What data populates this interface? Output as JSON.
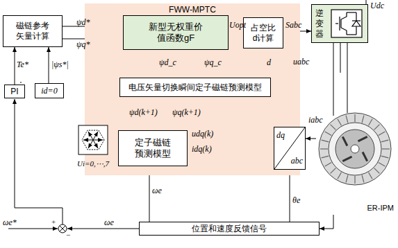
{
  "diagram": {
    "nodes": [
      {
        "text": [
          "FWW-MPTC"
        ]
      },
      {
        "text": [
          "磁链参考矢量计算"
        ]
      },
      {
        "text": [
          "新型无权重价值函数gF"
        ],
        "in": 0
      },
      {
        "text": [
          "占空比d计算"
        ],
        "in": 0
      },
      {
        "text": [
          "电压矢量切换瞬间定子磁链预测模型"
        ],
        "in": 0
      },
      {
        "text": [
          "定子磁链预测模型"
        ],
        "in": 0
      },
      {
        "text": [
          "逆变器"
        ]
      },
      {
        "text": [
          "dq",
          "abc"
        ]
      },
      {
        "text": [
          "PI"
        ]
      },
      {
        "text": [
          "id=0"
        ]
      },
      {
        "text": [
          "Ui=0,⋯,7"
        ]
      },
      {
        "text": [
          "位置和速度反馈信号"
        ]
      },
      {
        "text": [
          "ER-IPM"
        ]
      }
    ],
    "edges": [
      {
        "from": 1,
        "to": 2,
        "label": "ψd*",
        "arrow": "to"
      },
      {
        "from": 1,
        "to": 2,
        "label": "ψq*",
        "arrow": "to"
      },
      {
        "from": 2,
        "to": 3,
        "label": "Uopt",
        "arrow": "to"
      },
      {
        "from": 3,
        "to": 6,
        "label": "Sabc",
        "arrow": "to"
      },
      {
        "from": 3,
        "to": 4,
        "label": "d",
        "arrow": "to"
      },
      {
        "from": 4,
        "to": 2,
        "label": "ψd_c",
        "arrow": "to"
      },
      {
        "from": 4,
        "to": 2,
        "label": "ψq_c",
        "arrow": "to"
      },
      {
        "from": 5,
        "to": 4,
        "label": "ψd(k+1)",
        "arrow": "to"
      },
      {
        "from": 5,
        "to": 4,
        "label": "ψq(k+1)",
        "arrow": "to"
      },
      {
        "from": 7,
        "to": 5,
        "label": "udq(k)",
        "arrow": "to"
      },
      {
        "from": 7,
        "to": 5,
        "label": "idq(k)",
        "arrow": "to"
      },
      {
        "from": 7,
        "to": 4,
        "arrow": "to"
      },
      {
        "from": 7,
        "to": 4,
        "arrow": "to"
      },
      {
        "from": 10,
        "to": 5,
        "arrow": "to"
      },
      {
        "from": 11,
        "to": 5,
        "label": "ωe",
        "arrow": "to"
      },
      {
        "from": 8,
        "to": 1,
        "label": "Te*",
        "arrow": "to"
      },
      {
        "from": 9,
        "to": 1,
        "label": "|ψs*|",
        "arrow": "to"
      },
      {
        "from": 6,
        "to": 7,
        "label": "uabc",
        "arrow": "to"
      },
      {
        "from": 6,
        "to": 12,
        "arrow": "none"
      },
      {
        "from": 12,
        "to": 7,
        "label": "iabc",
        "arrow": "to"
      },
      {
        "from": 12,
        "to": 11,
        "arrow": "to"
      },
      {
        "from": 11,
        "to": 7,
        "label": "θe",
        "arrow": "to"
      }
    ],
    "labels": [
      "Udc",
      "ωe*",
      "+",
      "−",
      "ωe"
    ]
  }
}
